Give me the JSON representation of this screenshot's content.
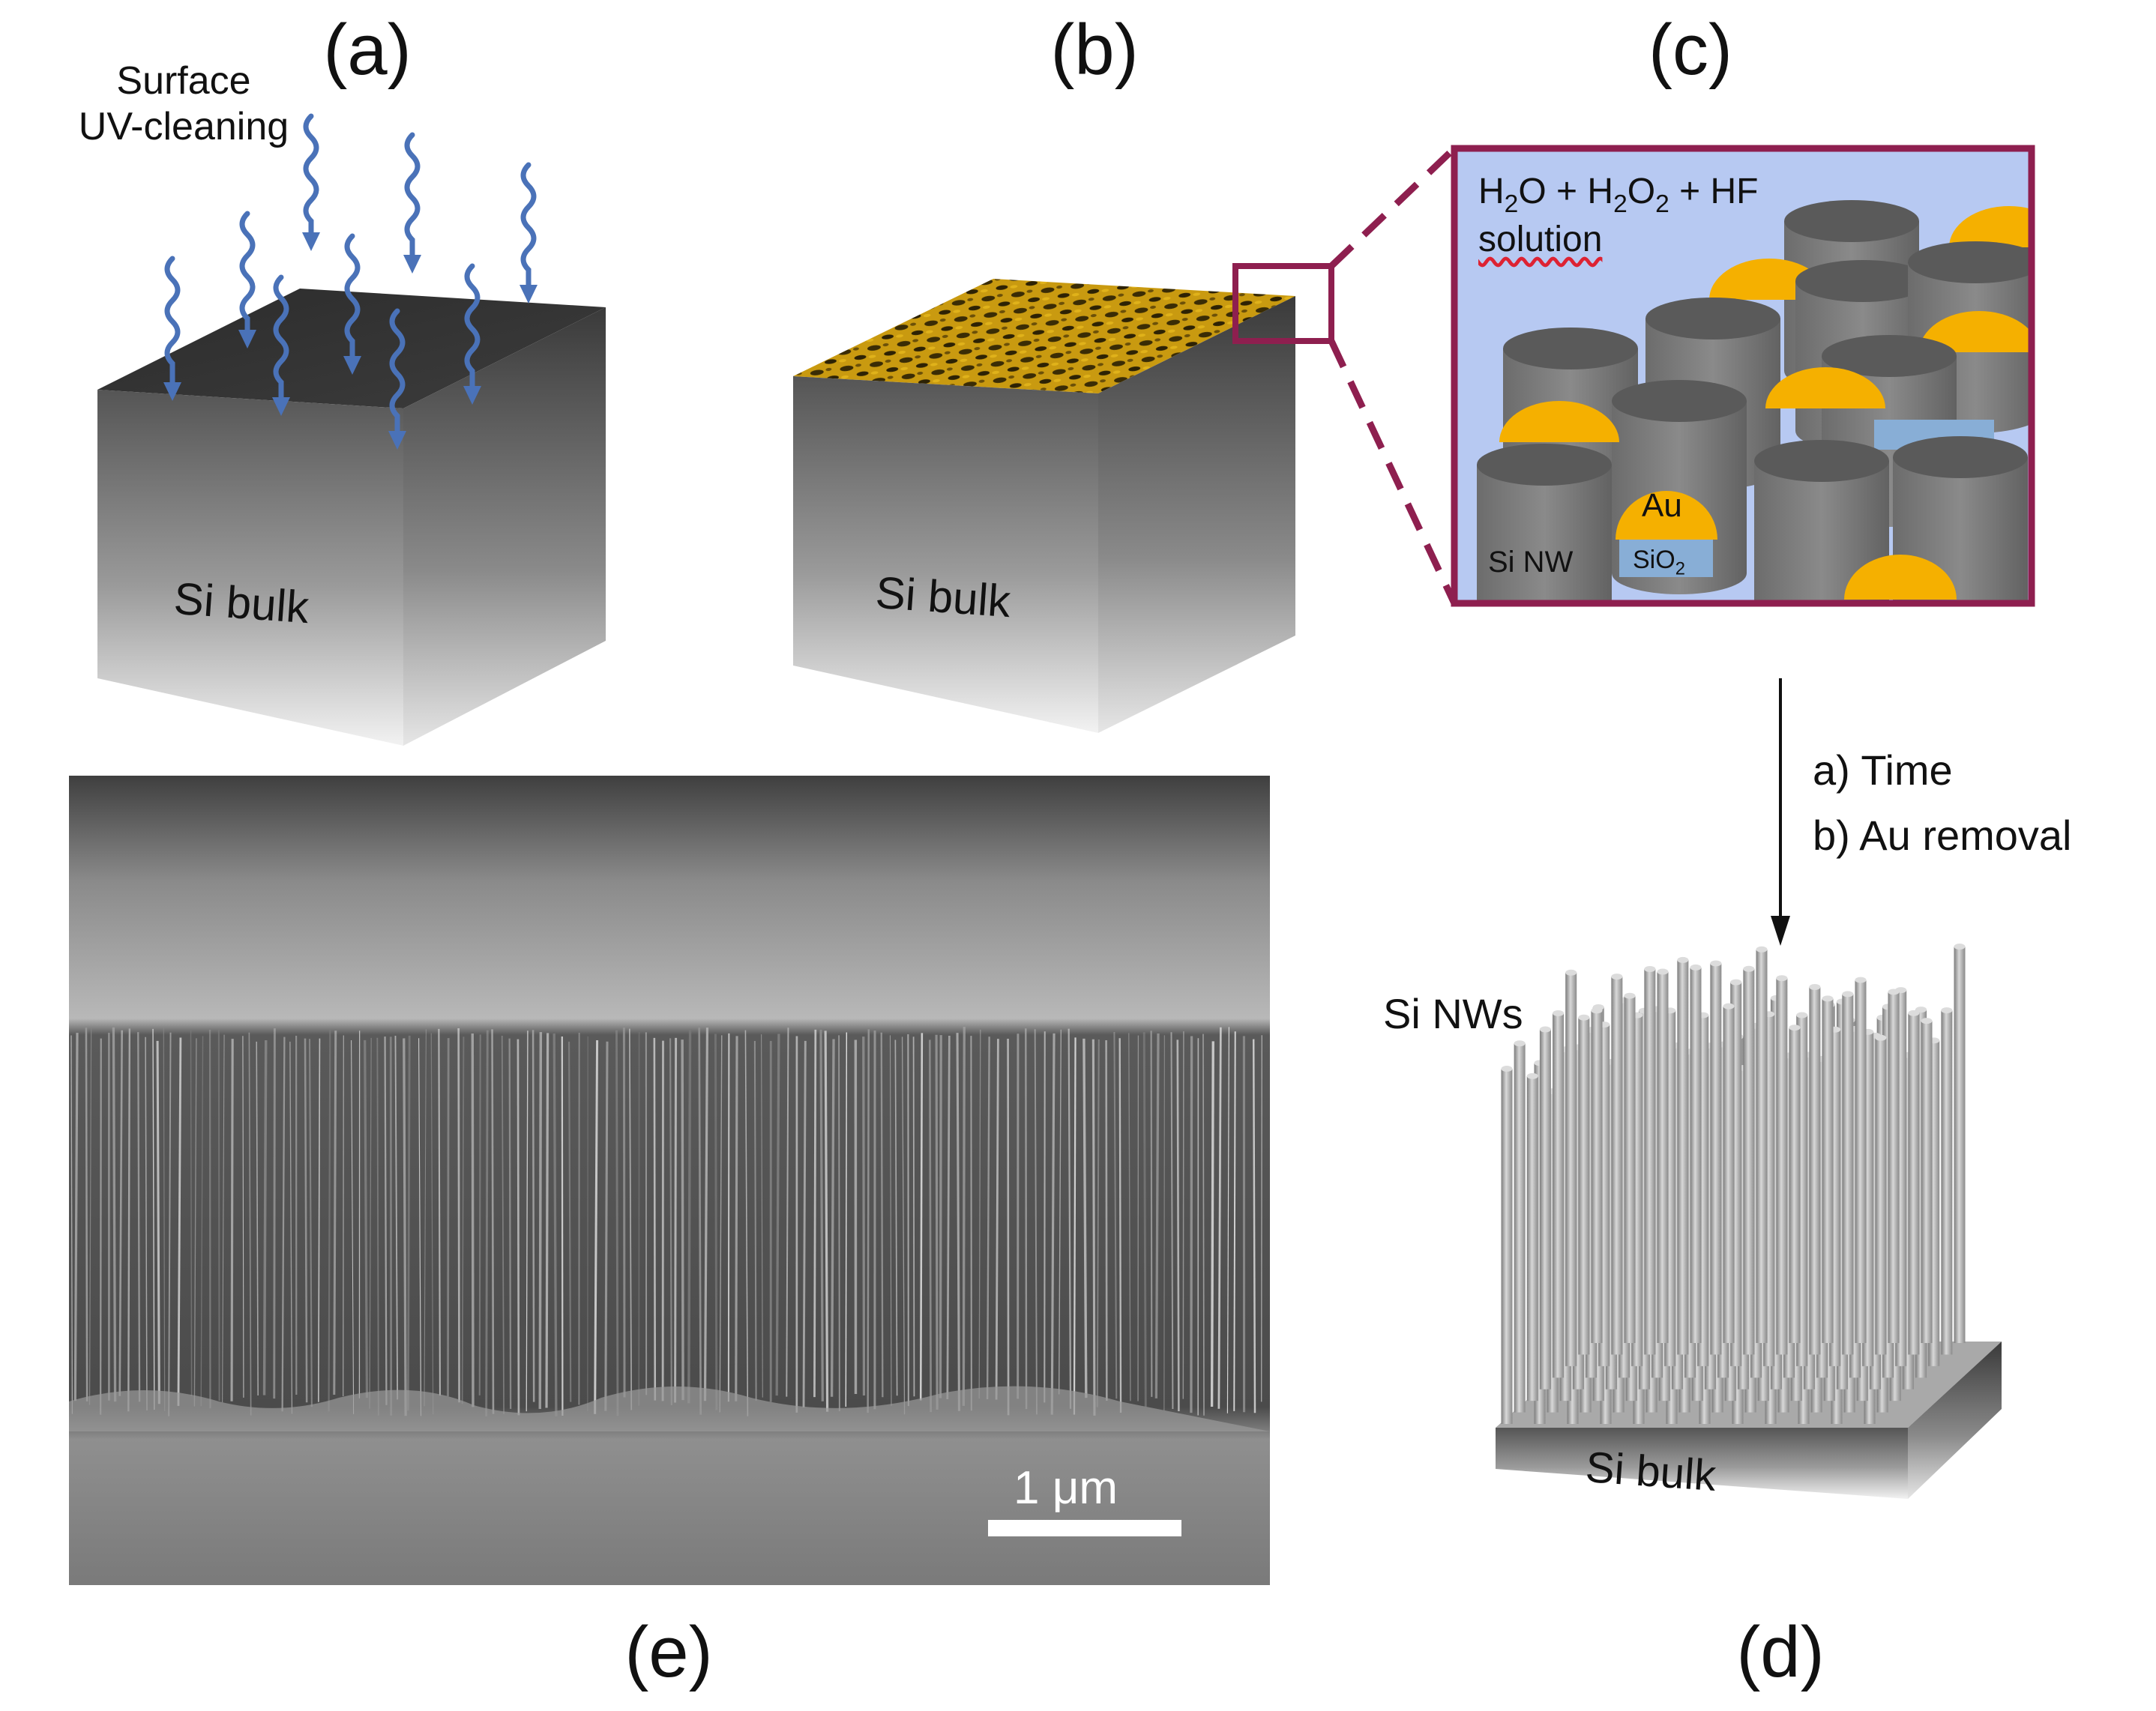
{
  "panels": {
    "a": "(a)",
    "b": "(b)",
    "c": "(c)",
    "d": "(d)",
    "e": "(e)"
  },
  "panel_a": {
    "uv_label_line1": "Surface",
    "uv_label_line2": "UV-cleaning",
    "cube_label": "Si bulk"
  },
  "panel_b": {
    "cube_label": "Si bulk"
  },
  "panel_c": {
    "solution_h2o": "H",
    "solution_h2o_sub": "2",
    "solution_h2o_tail": "O + H",
    "solution_h2o2_sub1": "2",
    "solution_h2o2_mid": "O",
    "solution_h2o2_sub2": "2",
    "solution_hf": " + HF",
    "solution_word": "solution",
    "au_label": "Au",
    "sio2_label": "SiO",
    "sio2_sub": "2",
    "si_nw_label": "Si NW"
  },
  "arrow_steps": {
    "step_a": "a) Time",
    "step_b": "b) Au removal"
  },
  "panel_d": {
    "nws_label": "Si NWs",
    "base_label": "Si bulk"
  },
  "panel_e": {
    "scale_label": "1 μm"
  },
  "colors": {
    "uv_arrow": "#4a72b8",
    "frame": "#8e1f4f",
    "gold": "#f5b000",
    "solution_bg": "#b7c9f2",
    "sio2": "#88aed6"
  }
}
